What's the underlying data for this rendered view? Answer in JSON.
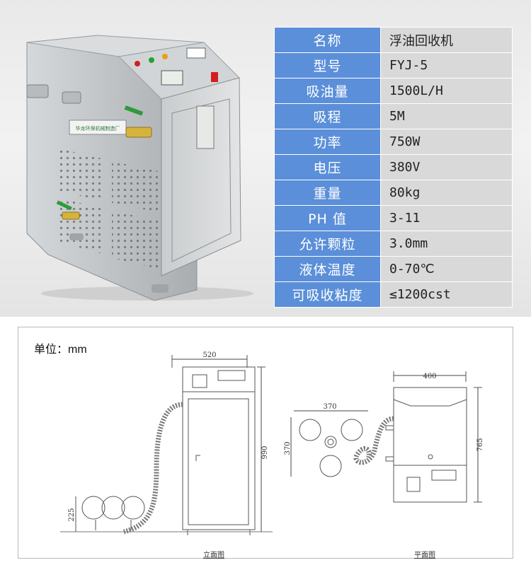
{
  "specs": [
    {
      "key": "名称",
      "value": "浮油回收机"
    },
    {
      "key": "型号",
      "value": "FYJ-5"
    },
    {
      "key": "吸油量",
      "value": "1500L/H"
    },
    {
      "key": "吸程",
      "value": "5M"
    },
    {
      "key": "功率",
      "value": "750W"
    },
    {
      "key": "电压",
      "value": "380V"
    },
    {
      "key": "重量",
      "value": "80kg"
    },
    {
      "key": "PH 值",
      "value": "3-11"
    },
    {
      "key": "允许颗粒",
      "value": "3.0mm"
    },
    {
      "key": "液体温度",
      "value": "0-70℃"
    },
    {
      "key": "可吸收粘度",
      "value": "≤1200cst"
    }
  ],
  "unit_label": "单位：mm",
  "front_view": {
    "caption": "立面图",
    "dim_width": "520",
    "dim_height": "990",
    "dim_float_height": "225"
  },
  "plan_view": {
    "caption": "平面图",
    "dim_width": "400",
    "dim_height": "765",
    "dim_float_width": "370",
    "dim_float_height": "370"
  },
  "machine_label": "华龙环保机械制造厂",
  "colors": {
    "key_bg": "#5b8fd9",
    "value_bg": "#d9d9d9",
    "steel": "#bfc3c6"
  }
}
